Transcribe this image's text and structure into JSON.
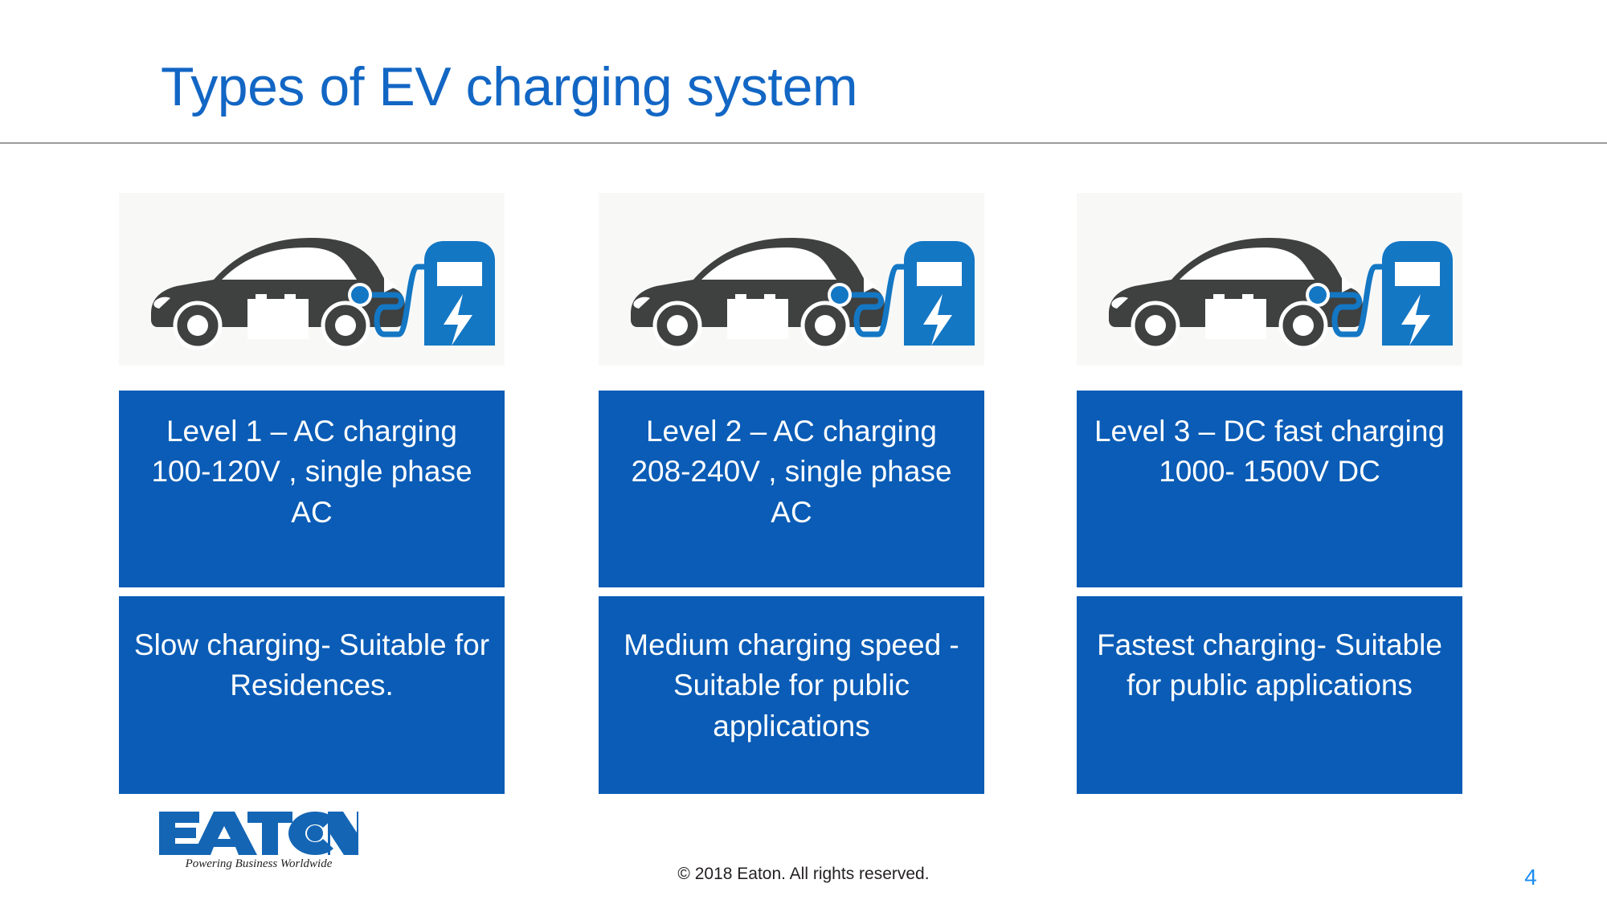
{
  "slide": {
    "title": "Types of EV charging system",
    "page_number": "4",
    "copyright": "© 2018 Eaton. All rights reserved.",
    "colors": {
      "title_blue": "#1266c4",
      "panel_blue": "#0a5cb6",
      "illustration_bg": "#f8f8f7",
      "car_dark": "#3f4040",
      "station_blue": "#1377c4",
      "cable_blue": "#1377c4",
      "rule_gray": "#9b9b9b",
      "page_number_blue": "#1a8cf0"
    }
  },
  "logo": {
    "wordmark": "EAT",
    "wordmark_end": "N",
    "tagline": "Powering Business Worldwide"
  },
  "columns": [
    {
      "illustration_name": "ev-charging-level-1",
      "spec_line1": "Level 1 – AC charging",
      "spec_line2": "100-120V , single phase AC",
      "usage": "Slow charging- Suitable for Residences."
    },
    {
      "illustration_name": "ev-charging-level-2",
      "spec_line1": "Level 2 – AC charging",
      "spec_line2": "208-240V , single phase AC",
      "usage": "Medium charging speed -Suitable for public applications"
    },
    {
      "illustration_name": "ev-charging-level-3",
      "spec_line1": "Level 3 – DC fast charging",
      "spec_line2": "1000- 1500V DC",
      "usage": "Fastest charging- Suitable for public applications"
    }
  ]
}
